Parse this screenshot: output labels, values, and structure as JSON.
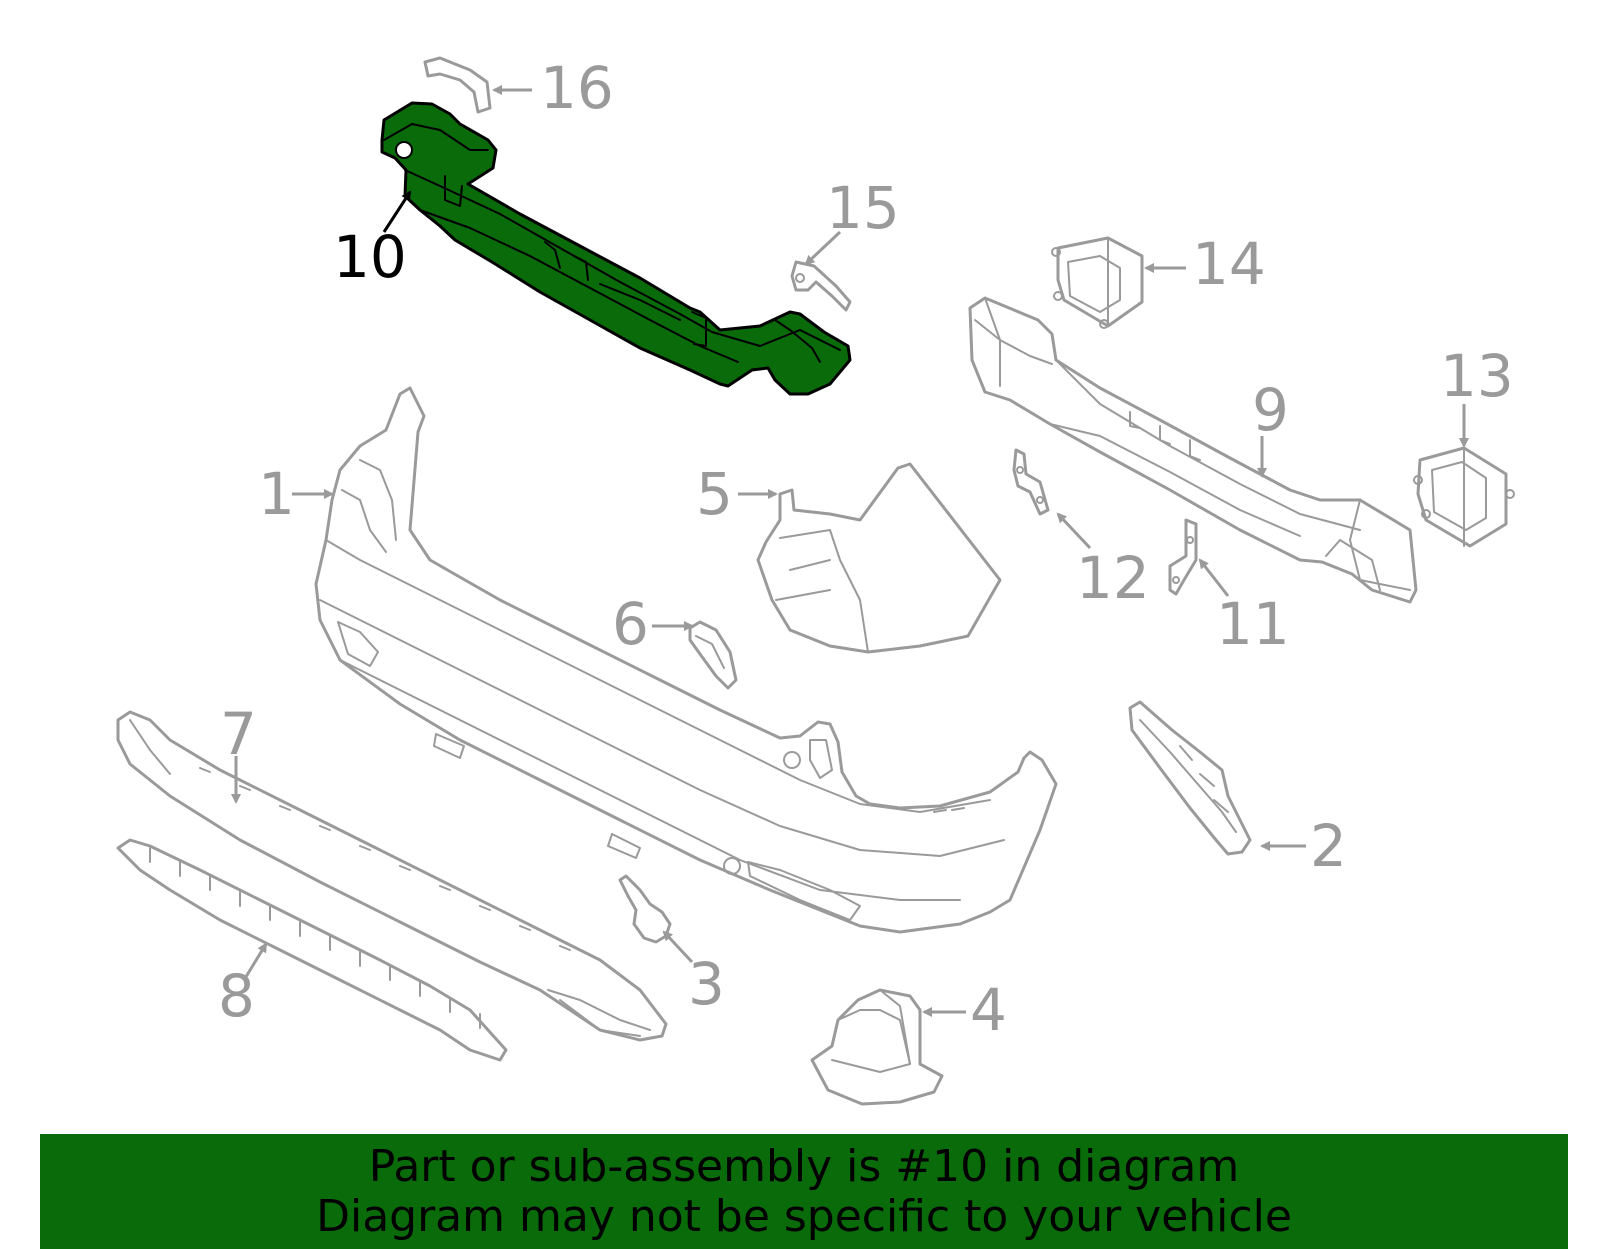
{
  "colors": {
    "highlight_fill": "#0a6b0a",
    "part_stroke": "#9a9a9a",
    "banner_background": "#0a6b0a",
    "banner_text": "#000000"
  },
  "highlighted_part": "10",
  "callouts": [
    {
      "id": "c1",
      "label": "1"
    },
    {
      "id": "c2",
      "label": "2"
    },
    {
      "id": "c3",
      "label": "3"
    },
    {
      "id": "c4",
      "label": "4"
    },
    {
      "id": "c5",
      "label": "5"
    },
    {
      "id": "c6",
      "label": "6"
    },
    {
      "id": "c7",
      "label": "7"
    },
    {
      "id": "c8",
      "label": "8"
    },
    {
      "id": "c9",
      "label": "9"
    },
    {
      "id": "c10",
      "label": "10"
    },
    {
      "id": "c11",
      "label": "11"
    },
    {
      "id": "c12",
      "label": "12"
    },
    {
      "id": "c13",
      "label": "13"
    },
    {
      "id": "c14",
      "label": "14"
    },
    {
      "id": "c15",
      "label": "15"
    },
    {
      "id": "c16",
      "label": "16"
    }
  ],
  "banner": {
    "line1": "Part or sub-assembly is #10 in diagram",
    "line2": "Diagram may not be specific to your vehicle"
  }
}
